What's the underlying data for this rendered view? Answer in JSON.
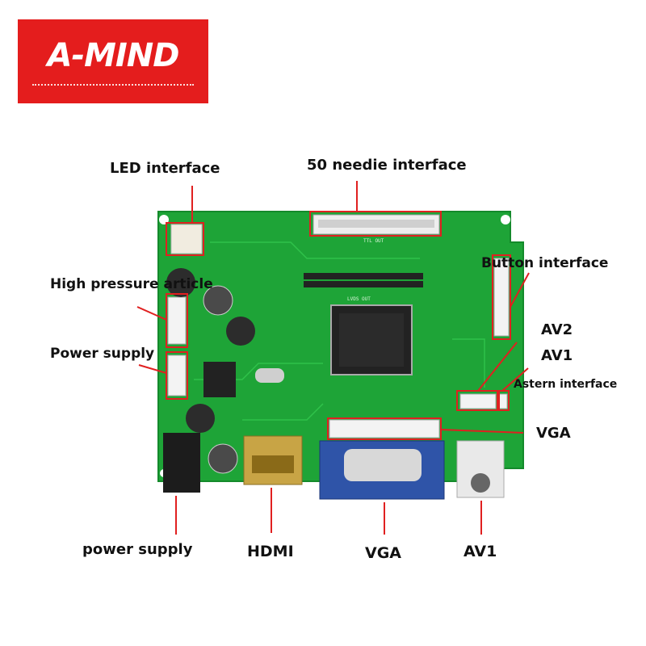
{
  "brand": {
    "name": "A-MIND",
    "color": "#e41d1d"
  },
  "board_color": "#1ea437",
  "callout_color": "#e02020",
  "labels": {
    "led_interface": "LED interface",
    "needle_interface": "50 needie interface",
    "button_interface": "Button interface",
    "high_pressure": "High pressure article",
    "power_supply_top": "Power supply",
    "av2": "AV2",
    "av1_top": "AV1",
    "astern_interface": "Astern interface",
    "vga_right": "VGA",
    "power_supply_bottom": "power supply",
    "hdmi": "HDMI",
    "vga_bottom": "VGA",
    "av1_bottom": "AV1"
  },
  "silkscreen": {
    "ttl_out": "TTL OUT",
    "lvds_out": "LVDS OUT"
  }
}
